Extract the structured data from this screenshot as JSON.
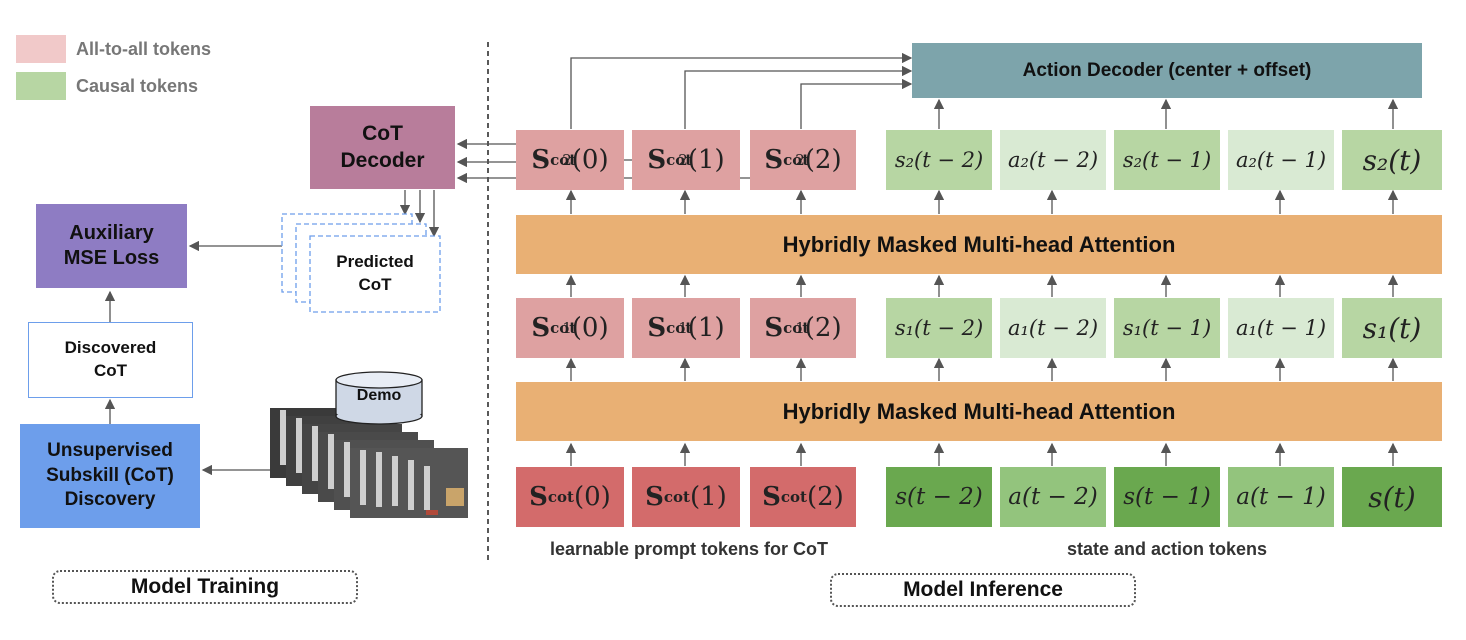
{
  "legend": {
    "all_to_all": {
      "label": "All-to-all tokens",
      "color": "#f1c9c9"
    },
    "causal": {
      "label": "Causal tokens",
      "color": "#b7d6a3"
    }
  },
  "training": {
    "cot_decoder": "CoT\nDecoder",
    "aux_loss": "Auxiliary\nMSE Loss",
    "predicted_cot": "Predicted\nCoT",
    "discovered_cot": "Discovered\nCoT",
    "unsupervised": "Unsupervised\nSubskill (CoT)\nDiscovery",
    "demo": "Demo",
    "section_label": "Model Training"
  },
  "inference": {
    "action_decoder": "Action Decoder (center + offset)",
    "attention_top": "Hybridly Masked Multi-head Attention",
    "attention_bottom": "Hybridly Masked Multi-head Attention",
    "caption_prompt": "learnable prompt tokens for CoT",
    "caption_state": "state and action tokens",
    "section_label": "Model Inference"
  },
  "rows": {
    "layer2_cot": [
      {
        "base": "S",
        "sup": "cot",
        "sub": "2",
        "arg": "(0)"
      },
      {
        "base": "S",
        "sup": "cot",
        "sub": "2",
        "arg": "(1)"
      },
      {
        "base": "S",
        "sup": "cot",
        "sub": "2",
        "arg": "(2)"
      }
    ],
    "layer2_sa": [
      "s₂(t − 2)",
      "a₂(t − 2)",
      "s₂(t − 1)",
      "a₂(t − 1)",
      "s₂(t)"
    ],
    "layer1_cot": [
      {
        "base": "S",
        "sup": "cot",
        "sub": "1",
        "arg": "(0)"
      },
      {
        "base": "S",
        "sup": "cot",
        "sub": "1",
        "arg": "(1)"
      },
      {
        "base": "S",
        "sup": "cot",
        "sub": "1",
        "arg": "(2)"
      }
    ],
    "layer1_sa": [
      "s₁(t − 2)",
      "a₁(t − 2)",
      "s₁(t − 1)",
      "a₁(t − 1)",
      "s₁(t)"
    ],
    "input_cot": [
      {
        "base": "S",
        "sup": "cot",
        "sub": "",
        "arg": "(0)"
      },
      {
        "base": "S",
        "sup": "cot",
        "sub": "",
        "arg": "(1)"
      },
      {
        "base": "S",
        "sup": "cot",
        "sub": "",
        "arg": "(2)"
      }
    ],
    "input_sa": [
      "s(t − 2)",
      "a(t − 2)",
      "s(t − 1)",
      "a(t − 1)",
      "s(t)"
    ]
  },
  "colors": {
    "cot_decoder": "#b87d9b",
    "aux_loss": "#8e7cc3",
    "unsupervised": "#6d9eeb",
    "action_decoder": "#7da4ab",
    "attention": "#e9b074",
    "cot_upper": "#dea1a1",
    "cot_input": "#d36b6b",
    "state_upper": "#b7d6a3",
    "action_upper": "#d9ead3",
    "state_input": "#6aa84f",
    "action_input": "#93c47d"
  }
}
